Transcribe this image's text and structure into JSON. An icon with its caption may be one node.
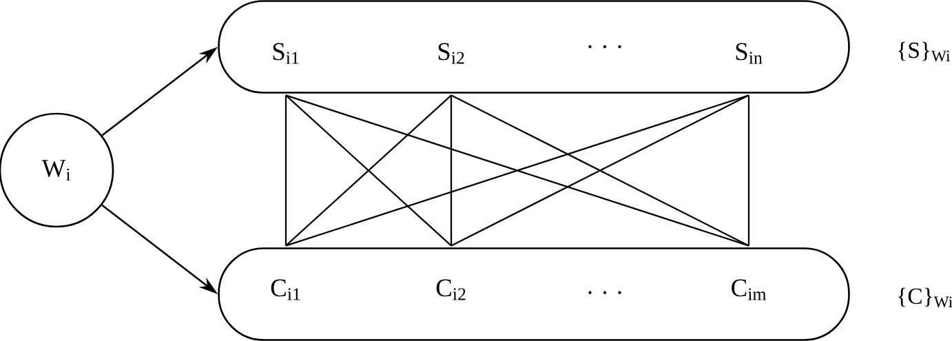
{
  "diagram": {
    "nodes": [
      {
        "text": [
          "W$_{i}$"
        ]
      },
      {
        "text": [],
        "shape": "oval",
        "beside": [
          "{S}$_{Wi}$"
        ]
      },
      {
        "text": [
          "S$_{i1}$"
        ],
        "in": 1
      },
      {
        "text": [
          "S$_{i2}$"
        ],
        "in": 1
      },
      {
        "text": [
          "S$_{in}$"
        ],
        "in": 1
      },
      {
        "text": [],
        "shape": "oval",
        "beside": [
          "{C}$_{Wi}$"
        ]
      },
      {
        "text": [
          "C$_{i1}$"
        ],
        "in": 5
      },
      {
        "text": [
          "C$_{i2}$"
        ],
        "in": 5
      },
      {
        "text": [
          "C$_{im}$"
        ],
        "in": 5
      }
    ],
    "edges": [
      {
        "from": 0,
        "to": 1,
        "arrow": "to"
      },
      {
        "from": 0,
        "to": 5,
        "arrow": "to"
      },
      {
        "from": 2,
        "to": 6,
        "arrow": "none"
      },
      {
        "from": 2,
        "to": 7,
        "arrow": "none"
      },
      {
        "from": 2,
        "to": 8,
        "arrow": "none"
      },
      {
        "from": 3,
        "to": 6,
        "arrow": "none"
      },
      {
        "from": 3,
        "to": 7,
        "arrow": "none"
      },
      {
        "from": 3,
        "to": 8,
        "arrow": "none"
      },
      {
        "from": 4,
        "to": 6,
        "arrow": "none"
      },
      {
        "from": 4,
        "to": 7,
        "arrow": "none"
      },
      {
        "from": 4,
        "to": 8,
        "arrow": "none"
      }
    ],
    "labels": [
      "· · ·",
      "· · ·"
    ]
  }
}
